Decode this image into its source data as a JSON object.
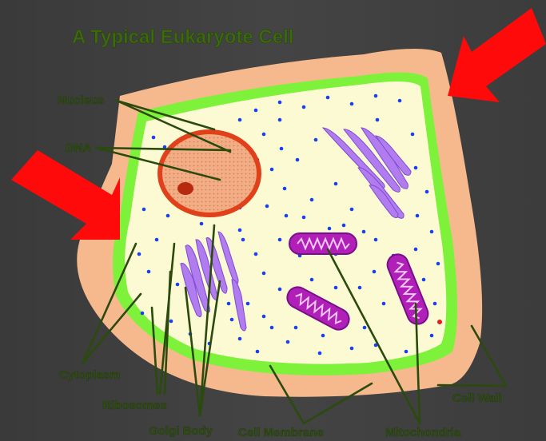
{
  "title": "A Typical Eukaryote Cell",
  "labels": {
    "nucleus": "Nucleus",
    "dna": "DNA",
    "cytoplasm": "Cytoplasm",
    "ribosomes": "Ribosomes",
    "golgi_body": "Golgi Body",
    "cell_membrane": "Cell Membrane",
    "mitochondria": "Mitochondria",
    "cell_wall": "Cell Wall"
  },
  "colors": {
    "background": "#404040",
    "cell_wall": "#f6b98d",
    "cell_membrane": "#7ef23a",
    "cytoplasm": "#fbfad2",
    "nucleus_fill": "#f0a87c",
    "nucleus_border": "#e0401a",
    "nucleolus": "#b82a10",
    "golgi": "#b07cf0",
    "mitochondria": "#b020b8",
    "ribosome": "#1a3ef0",
    "arrow": "#ff0a0a",
    "label_text": "#2f4f12"
  }
}
